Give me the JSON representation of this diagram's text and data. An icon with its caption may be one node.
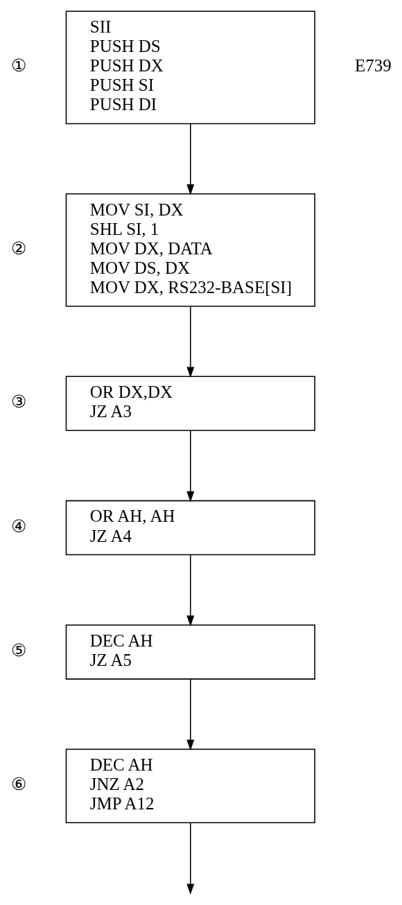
{
  "diagram": {
    "nodes": [
      {
        "text": [
          "SII",
          "PUSH DS",
          "PUSH DX",
          "PUSH SI",
          "PUSH DI"
        ],
        "beside": [
          "①"
        ]
      },
      {
        "text": [
          "MOV SI, DX",
          "SHL SI, 1",
          "MOV DX, DATA",
          "MOV DS, DX",
          "MOV DX, RS232-BASE[SI]"
        ],
        "beside": [
          "②"
        ]
      },
      {
        "text": [
          "OR DX,DX",
          "JZ A3"
        ],
        "beside": [
          "③"
        ]
      },
      {
        "text": [
          "OR AH, AH",
          "JZ A4"
        ],
        "beside": [
          "④"
        ]
      },
      {
        "text": [
          "DEC AH",
          "JZ A5"
        ],
        "beside": [
          "⑤"
        ]
      },
      {
        "text": [
          "DEC AH",
          "JNZ A2",
          "JMP A12"
        ],
        "beside": [
          "⑥"
        ]
      }
    ],
    "edges": [
      {
        "from": 0,
        "to": 1,
        "arrow": "to"
      },
      {
        "from": 1,
        "to": 2,
        "arrow": "to"
      },
      {
        "from": 2,
        "to": 3,
        "arrow": "to"
      },
      {
        "from": 3,
        "to": 4,
        "arrow": "to"
      },
      {
        "from": 4,
        "to": 5,
        "arrow": "to"
      },
      {
        "from": 5,
        "to": null,
        "arrow": "to"
      }
    ],
    "labels": [
      "E739"
    ]
  }
}
